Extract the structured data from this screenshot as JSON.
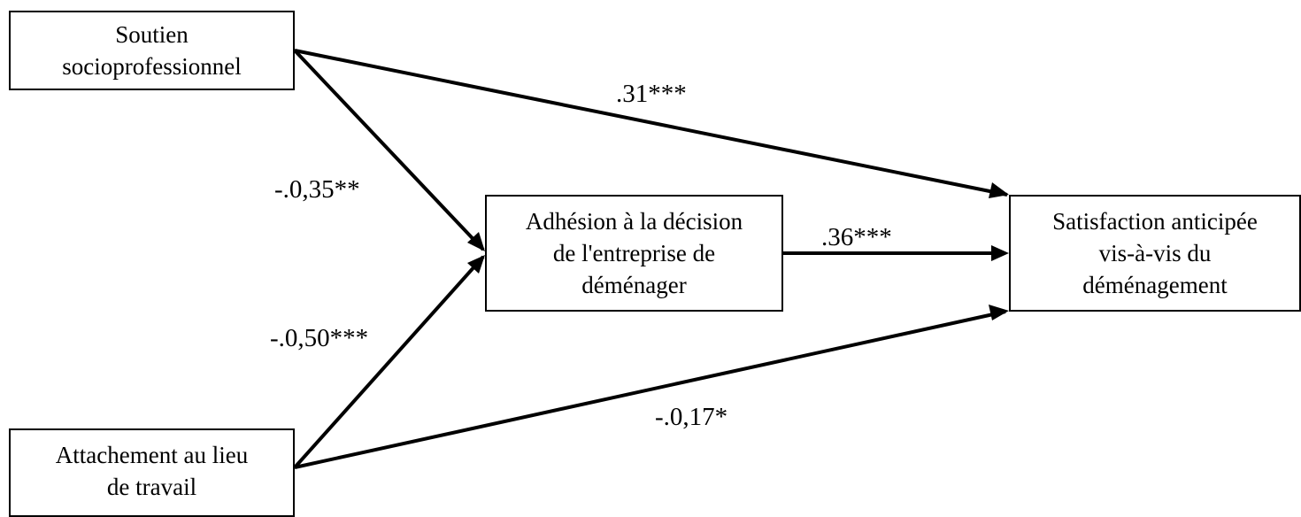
{
  "nodes": {
    "soutien": {
      "lines": [
        "Soutien",
        "socioprofessionnel"
      ]
    },
    "adhesion": {
      "lines": [
        "Adhésion à la décision",
        "de l'entreprise de",
        "déménager"
      ]
    },
    "satisfaction": {
      "lines": [
        "Satisfaction anticipée",
        "vis-à-vis du",
        "déménagement"
      ]
    },
    "attachement": {
      "lines": [
        "Attachement au lieu",
        "de travail"
      ]
    }
  },
  "paths": {
    "soutien_satisfaction": {
      "coefficient": ".31***"
    },
    "soutien_adhesion": {
      "coefficient": "-.0,35**"
    },
    "adhesion_satisfaction": {
      "coefficient": ".36***"
    },
    "attachement_adhesion": {
      "coefficient": "-.0,50***"
    },
    "attachement_satisfaction": {
      "coefficient": "-.0,17*"
    }
  },
  "colors": {
    "stroke": "#000000",
    "background": "#ffffff"
  }
}
